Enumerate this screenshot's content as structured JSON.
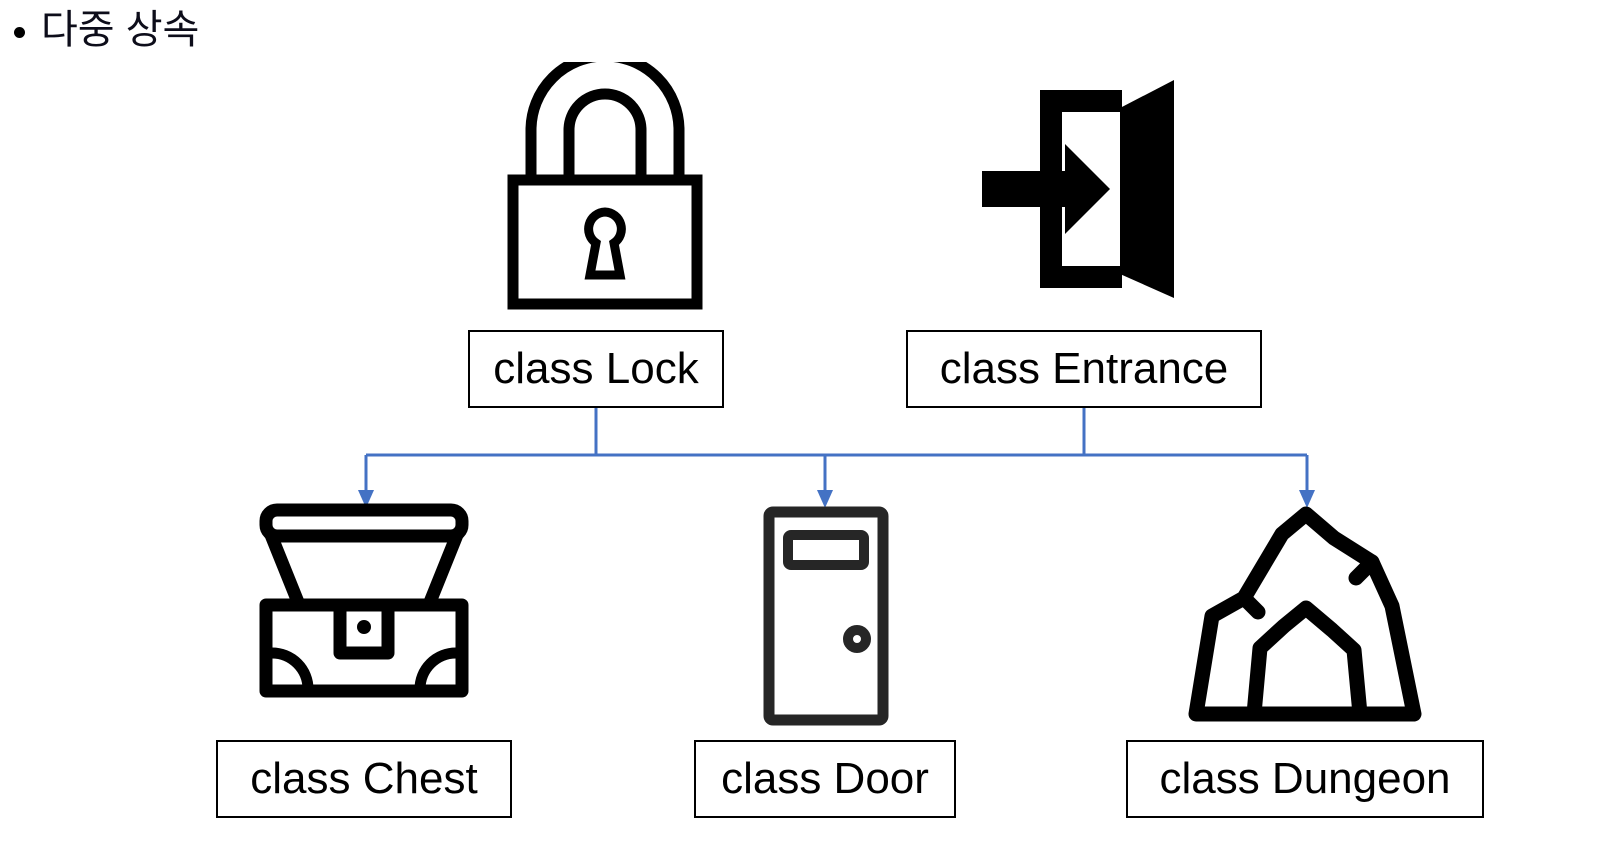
{
  "slide": {
    "bullet": {
      "marker": "bullet-dot",
      "text": "다중 상속"
    }
  },
  "diagram": {
    "type": "multiple-inheritance-class-diagram",
    "connector_color": "#4472C4",
    "box_border_color": "#000000",
    "icon_color": "#000000",
    "parents": [
      {
        "id": "lock",
        "label": "class Lock",
        "icon": "padlock-icon"
      },
      {
        "id": "entrance",
        "label": "class Entrance",
        "icon": "door-entrance-arrow-icon"
      }
    ],
    "children": [
      {
        "id": "chest",
        "label": "class Chest",
        "icon": "treasure-chest-icon"
      },
      {
        "id": "door",
        "label": "class Door",
        "icon": "door-icon"
      },
      {
        "id": "dungeon",
        "label": "class Dungeon",
        "icon": "cave-dungeon-icon"
      }
    ],
    "edges": [
      {
        "from": "lock",
        "to": "chest"
      },
      {
        "from": "lock",
        "to": "door"
      },
      {
        "from": "lock",
        "to": "dungeon"
      },
      {
        "from": "entrance",
        "to": "chest"
      },
      {
        "from": "entrance",
        "to": "door"
      },
      {
        "from": "entrance",
        "to": "dungeon"
      }
    ]
  }
}
